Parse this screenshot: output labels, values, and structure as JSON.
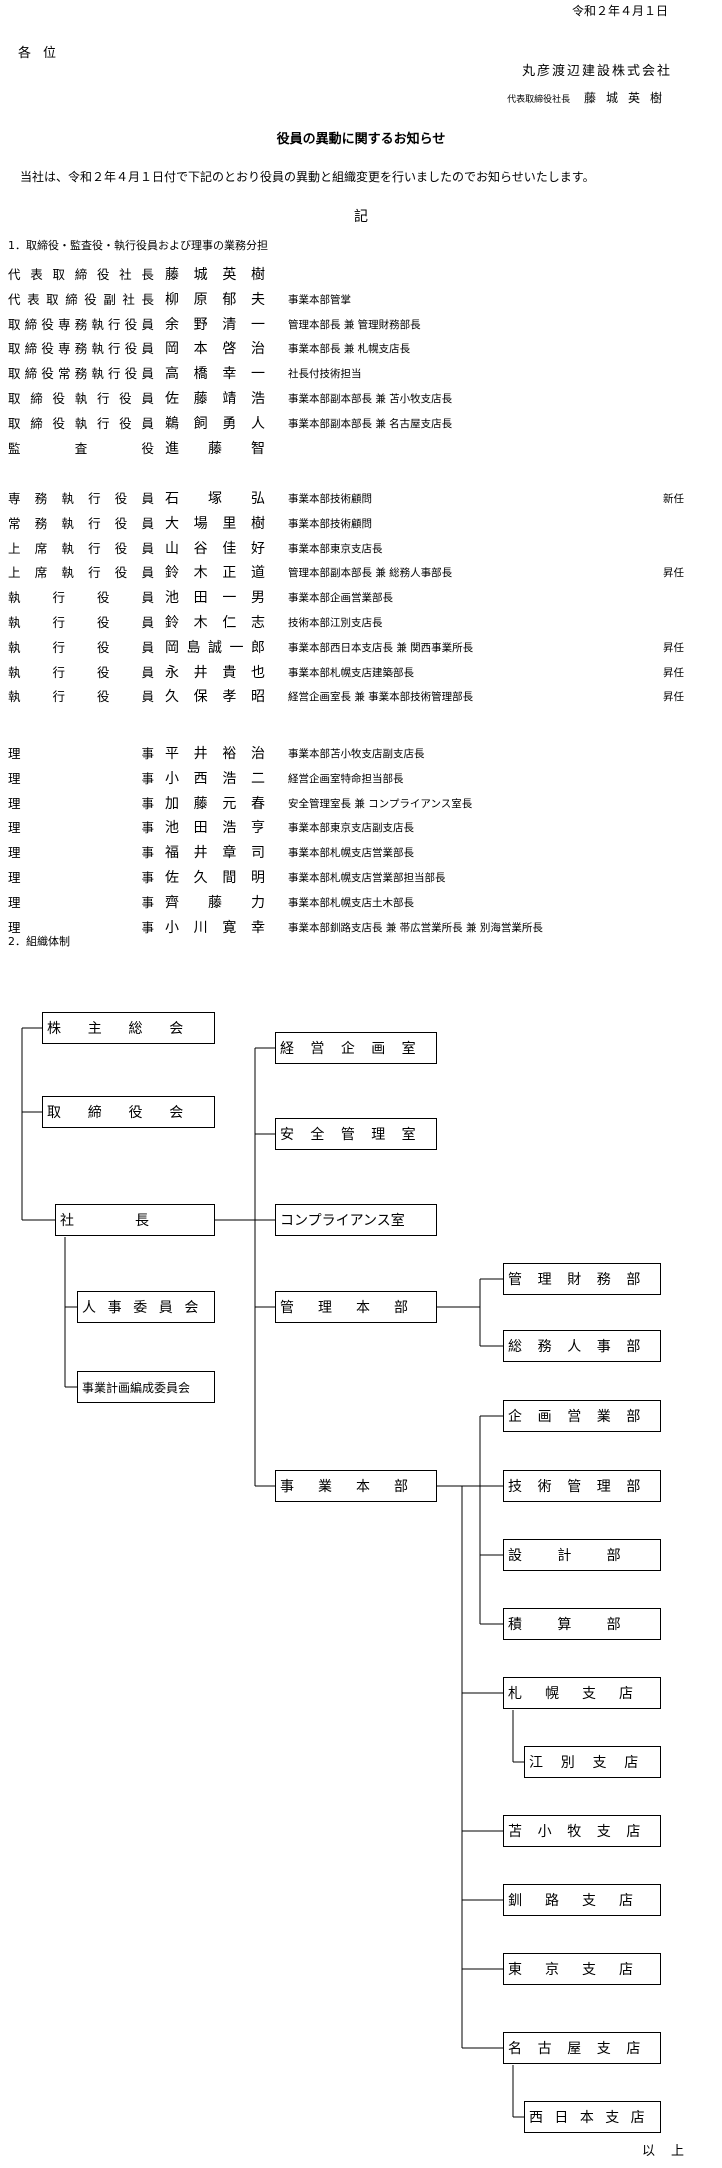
{
  "header": {
    "date": "令和２年４月１日",
    "recipient": "各位",
    "company": "丸彦渡辺建設株式会社",
    "signer_title": "代表取締役社長",
    "signer_name": "藤城英樹"
  },
  "title": "役員の異動に関するお知らせ",
  "intro": "当社は、令和２年４月１日付で下記のとおり役員の異動と組織変更を行いましたのでお知らせいたします。",
  "ki": "記",
  "section1": "1．取締役・監査役・執行役員および理事の業務分担",
  "officers_group1": [
    {
      "position": "代表取締役社長",
      "name": "藤城英樹",
      "duty": "",
      "note": ""
    },
    {
      "position": "代表取締役副社長",
      "name": "柳原郁夫",
      "duty": "事業本部管掌",
      "note": ""
    },
    {
      "position": "取締役専務執行役員",
      "name": "余野清一",
      "duty": "管理本部長 兼 管理財務部長",
      "note": ""
    },
    {
      "position": "取締役専務執行役員",
      "name": "岡本啓治",
      "duty": "事業本部長 兼 札幌支店長",
      "note": ""
    },
    {
      "position": "取締役常務執行役員",
      "name": "高橋幸一",
      "duty": "社長付技術担当",
      "note": ""
    },
    {
      "position": "取締役執行役員",
      "name": "佐藤靖浩",
      "duty": "事業本部副本部長 兼 苫小牧支店長",
      "note": ""
    },
    {
      "position": "取締役執行役員",
      "name": "鵜飼勇人",
      "duty": "事業本部副本部長 兼 名古屋支店長",
      "note": ""
    },
    {
      "position": "監査役",
      "name": "進藤智",
      "duty": "",
      "note": ""
    }
  ],
  "officers_group2": [
    {
      "position": "専務執行役員",
      "name": "石塚弘",
      "duty": "事業本部技術顧問",
      "note": "新任"
    },
    {
      "position": "常務執行役員",
      "name": "大場里樹",
      "duty": "事業本部技術顧問",
      "note": ""
    },
    {
      "position": "上席執行役員",
      "name": "山谷佳好",
      "duty": "事業本部東京支店長",
      "note": ""
    },
    {
      "position": "上席執行役員",
      "name": "鈴木正道",
      "duty": "管理本部副本部長 兼 総務人事部長",
      "note": "昇任"
    },
    {
      "position": "執行役員",
      "name": "池田一男",
      "duty": "事業本部企画営業部長",
      "note": ""
    },
    {
      "position": "執行役員",
      "name": "鈴木仁志",
      "duty": "技術本部江別支店長",
      "note": ""
    },
    {
      "position": "執行役員",
      "name": "岡島誠一郎",
      "duty": "事業本部西日本支店長 兼 関西事業所長",
      "note": "昇任"
    },
    {
      "position": "執行役員",
      "name": "永井貴也",
      "duty": "事業本部札幌支店建築部長",
      "note": "昇任"
    },
    {
      "position": "執行役員",
      "name": "久保孝昭",
      "duty": "経営企画室長 兼 事業本部技術管理部長",
      "note": "昇任"
    }
  ],
  "officers_group3": [
    {
      "position": "理事",
      "name": "平井裕治",
      "duty": "事業本部苫小牧支店副支店長",
      "note": ""
    },
    {
      "position": "理事",
      "name": "小西浩二",
      "duty": "経営企画室特命担当部長",
      "note": ""
    },
    {
      "position": "理事",
      "name": "加藤元春",
      "duty": "安全管理室長 兼 コンプライアンス室長",
      "note": ""
    },
    {
      "position": "理事",
      "name": "池田浩亨",
      "duty": "事業本部東京支店副支店長",
      "note": ""
    },
    {
      "position": "理事",
      "name": "福井章司",
      "duty": "事業本部札幌支店営業部長",
      "note": ""
    },
    {
      "position": "理事",
      "name": "佐久間明",
      "duty": "事業本部札幌支店営業部担当部長",
      "note": ""
    },
    {
      "position": "理事",
      "name": "齊藤力",
      "duty": "事業本部札幌支店土木部長",
      "note": ""
    },
    {
      "position": "理事",
      "name": "小川寛幸",
      "duty": "事業本部釧路支店長 兼 帯広営業所長 兼 別海営業所長",
      "note": ""
    }
  ],
  "section2": "2．組織体制",
  "org": {
    "shareholders": "株主総会",
    "board": "取締役会",
    "president": "社長",
    "hr_committee": "人事委員会",
    "bizplan_committee": "事業計画編成委員会",
    "planning_office": "経営企画室",
    "safety_office": "安全管理室",
    "compliance_office": "コンプライアンス室",
    "admin_hq": "管理本部",
    "admin_finance": "管理財務部",
    "general_hr": "総務人事部",
    "business_hq": "事業本部",
    "planning_sales": "企画営業部",
    "tech_mgmt": "技術管理部",
    "design": "設計部",
    "estimation": "積算部",
    "sapporo": "札幌支店",
    "ebetsu": "江別支店",
    "tomakomai": "苫小牧支店",
    "kushiro": "釧路支店",
    "tokyo": "東京支店",
    "nagoya": "名古屋支店",
    "nishinihon": "西日本支店"
  },
  "closing": "以上"
}
